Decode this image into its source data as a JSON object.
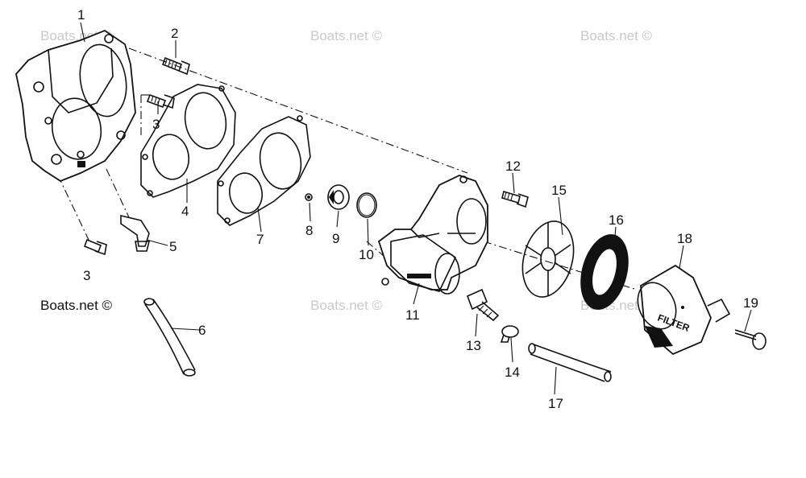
{
  "watermark": "Boats.net ©",
  "callouts": {
    "p1": "1",
    "p2": "2",
    "p3a": "3",
    "p3b": "3",
    "p4": "4",
    "p5": "5",
    "p6": "6",
    "p7": "7",
    "p8": "8",
    "p9": "9",
    "p10": "10",
    "p11": "11",
    "p12": "12",
    "p13": "13",
    "p14": "14",
    "p15": "15",
    "p16": "16",
    "p17": "17",
    "p18": "18",
    "p19": "19"
  },
  "filter_label": "FILTER"
}
